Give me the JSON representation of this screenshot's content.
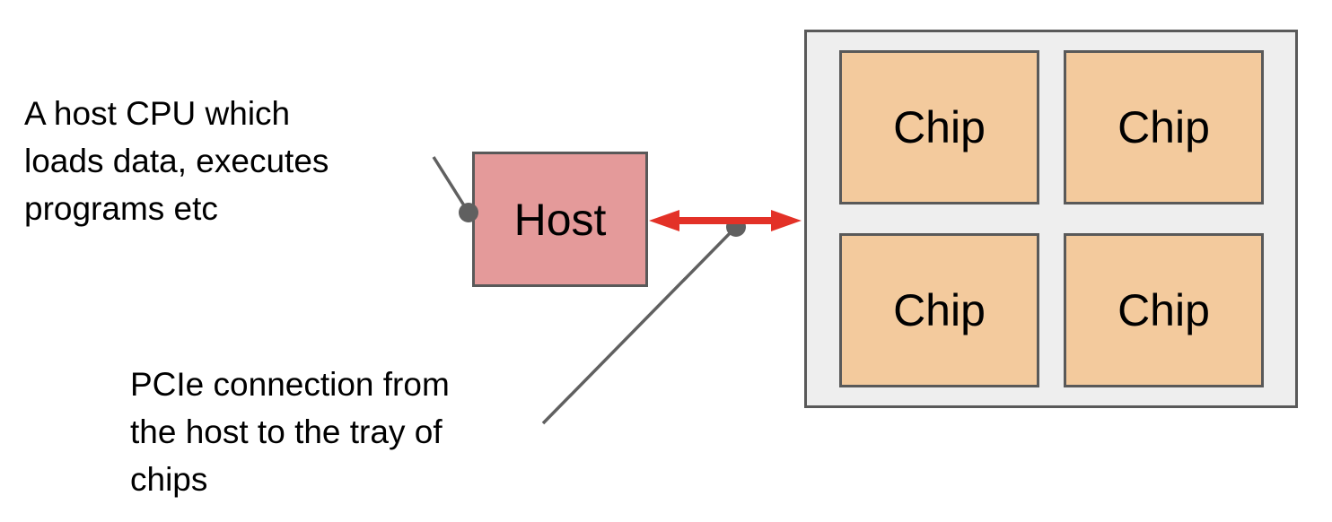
{
  "diagram": {
    "title_hint": "Host CPU connected to a tray of chips",
    "notes": {
      "host": {
        "line1": "A host CPU which",
        "line2": "loads data, executes",
        "line3": "programs etc"
      },
      "pcie": {
        "line1": "PCIe connection from",
        "line2": "the host to the tray of",
        "line3": "chips"
      }
    },
    "host_box": {
      "label": "Host",
      "fill": "#e49a9a"
    },
    "tray": {
      "fill": "#eeeeee",
      "chips": [
        {
          "label": "Chip"
        },
        {
          "label": "Chip"
        },
        {
          "label": "Chip"
        },
        {
          "label": "Chip"
        }
      ]
    },
    "connector": {
      "type": "bidirectional-arrow",
      "color": "#e33127"
    },
    "callouts": {
      "line_color": "#606060",
      "dot_color": "#606060"
    },
    "border_color": "#595959",
    "text_color": "#000000"
  }
}
